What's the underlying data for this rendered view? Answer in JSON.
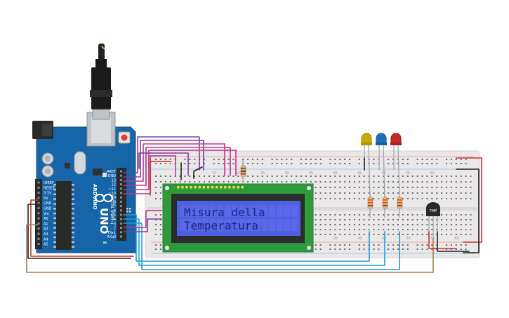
{
  "lcd": {
    "line1": "Misura della",
    "line2": "Temperatura"
  },
  "arduino": {
    "model": "UNO",
    "brand": "ARDUINO",
    "power_labels": [
      "IOREF",
      "RESET",
      "3.3V",
      "5V",
      "GND",
      "GND",
      "Vin"
    ],
    "analog_labels": [
      "A0",
      "A1",
      "A2",
      "A3",
      "A4",
      "A5"
    ],
    "digital_labels": [
      "AREF",
      "GND",
      "13",
      "12",
      "~11",
      "~10",
      "~9",
      "8",
      "7",
      "~6",
      "~5",
      "4",
      "~3",
      "2",
      "TX▸1",
      "RX◂0"
    ],
    "digital_header": "DIGITAL (PWM~)"
  },
  "sensor": {
    "label": "TMP"
  },
  "breadboard": {
    "top_numbers": [
      "15",
      "20",
      "25",
      "30",
      "35",
      "40",
      "45",
      "50",
      "55",
      "60"
    ],
    "bottom_numbers": [
      "35",
      "40",
      "45",
      "50",
      "55",
      "60"
    ]
  },
  "colors": {
    "board_blue": "#1565a8",
    "lcd_green": "#2e9b3a",
    "lcd_screen": "#4e5fe0",
    "breadboard": "#eceaea",
    "wire_red": "#d32f2f",
    "wire_black": "#222222",
    "wire_purple": "#7b3fa8",
    "wire_magenta": "#c2338c",
    "wire_blue": "#1e9fd6",
    "wire_brown": "#a87a52",
    "led_yellow": "#c9a800",
    "led_blue": "#1f6fbf",
    "led_red": "#c62828"
  },
  "icons": [
    "usb-cable-icon",
    "reset-button-icon",
    "temperature-sensor-icon"
  ]
}
